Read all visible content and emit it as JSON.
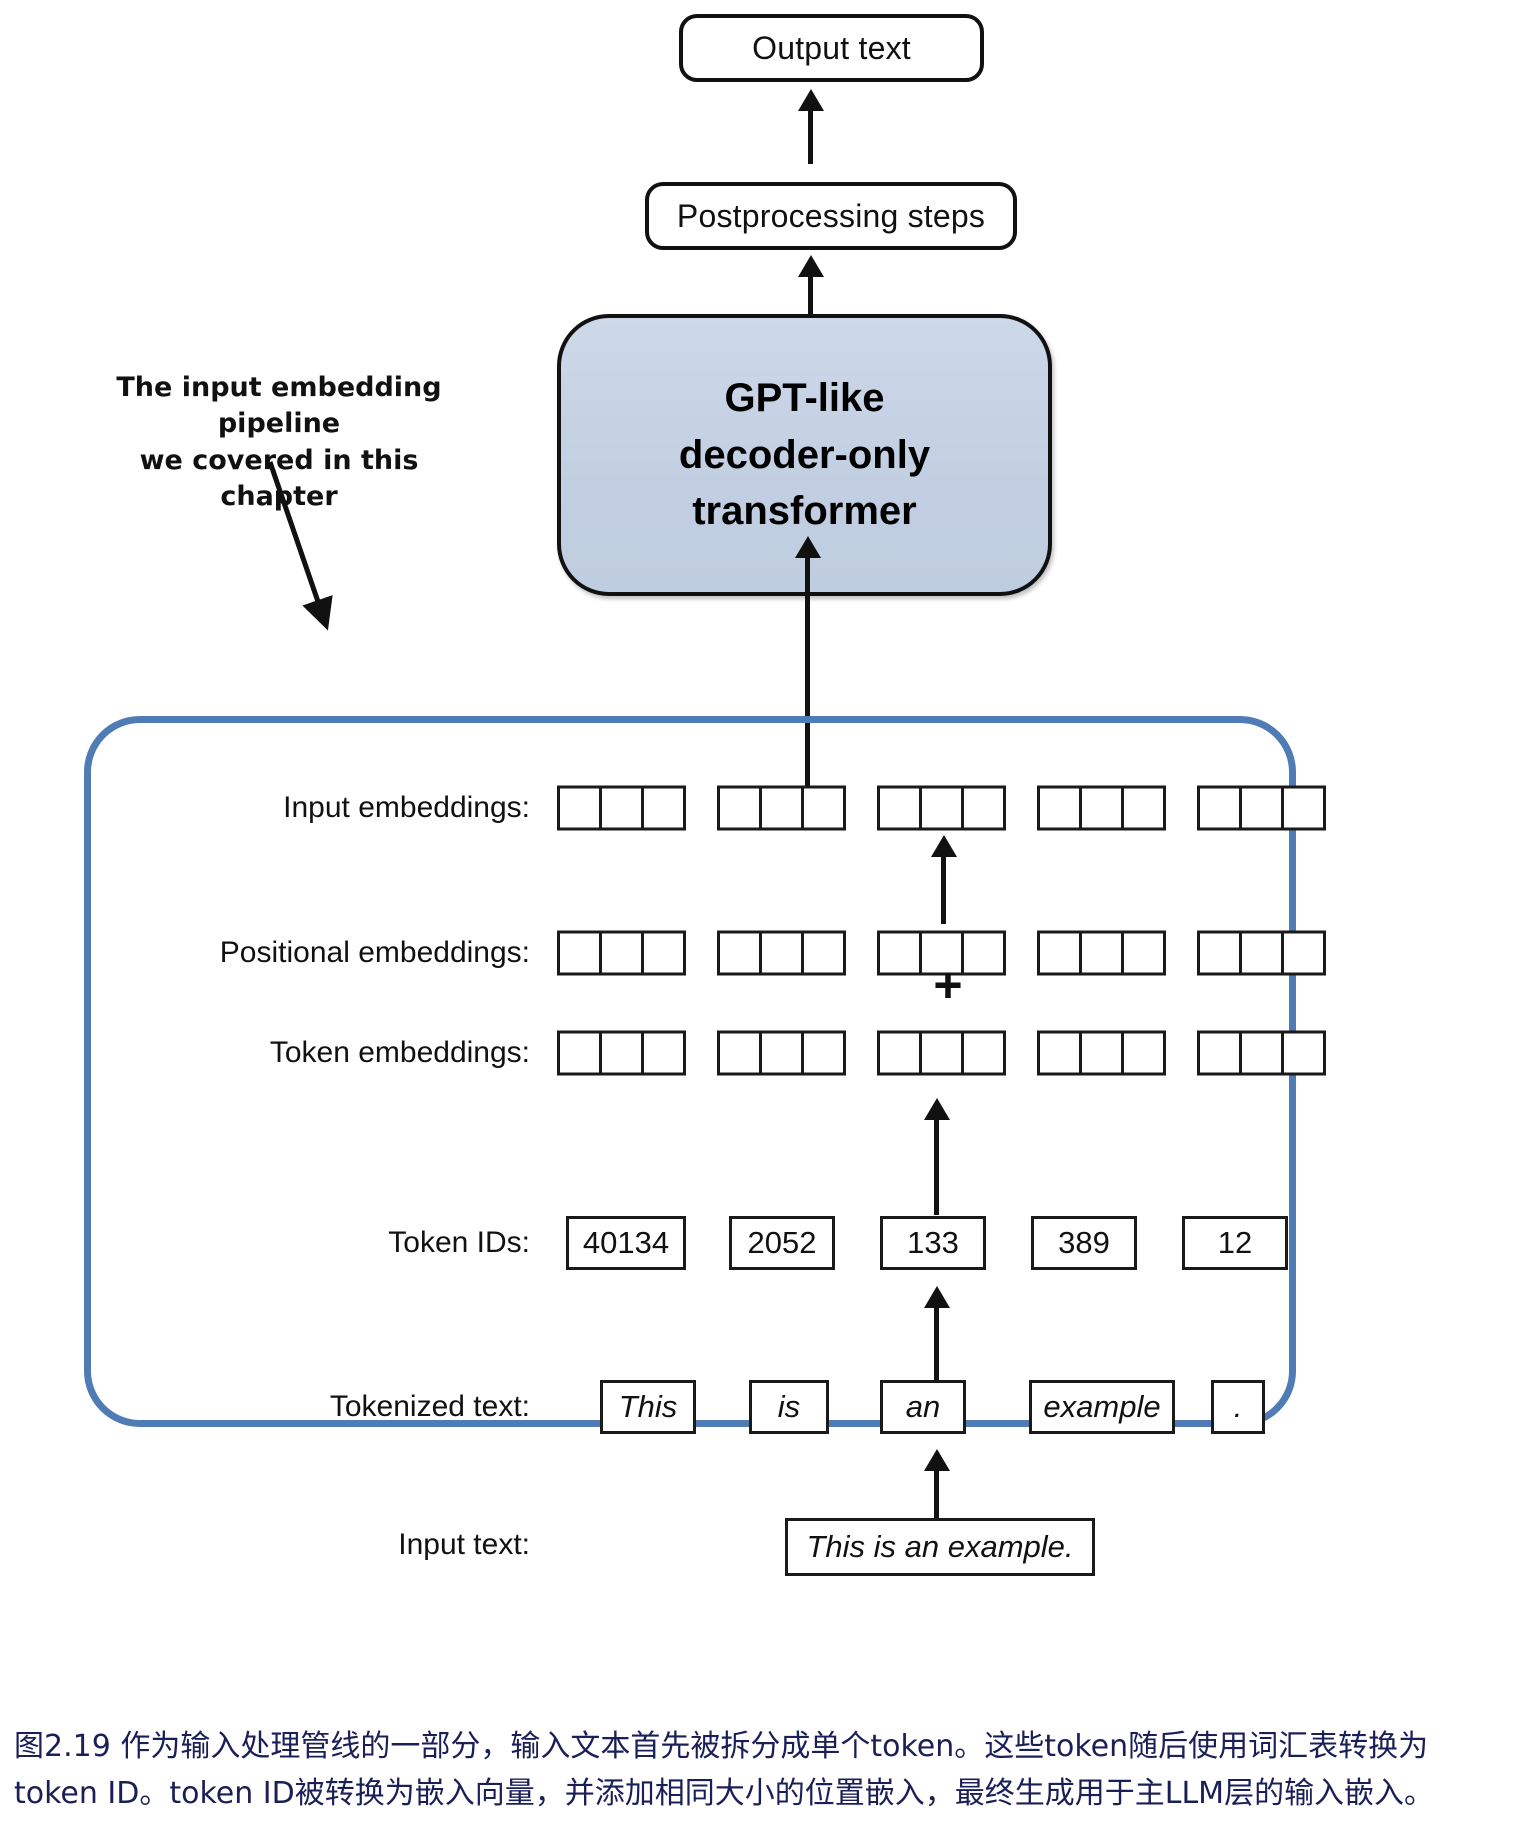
{
  "figure": {
    "output_box": {
      "label": "Output text"
    },
    "postprocessing_box": {
      "label": "Postprocessing steps"
    },
    "model_box": {
      "line1": "GPT-like",
      "line2": "decoder-only",
      "line3": "transformer"
    },
    "annotation": {
      "line1": "The input embedding pipeline",
      "line2": "we covered in this chapter"
    },
    "plus_symbol": "+",
    "rows": [
      {
        "label": "Input embeddings:",
        "kind": "cells",
        "groups": 5,
        "cells_per_group": 3
      },
      {
        "label": "Positional embeddings:",
        "kind": "cells",
        "groups": 5,
        "cells_per_group": 3
      },
      {
        "label": "Token embeddings:",
        "kind": "cells",
        "groups": 5,
        "cells_per_group": 3
      },
      {
        "label": "Token IDs:",
        "kind": "values",
        "values": [
          "40134",
          "2052",
          "133",
          "389",
          "12"
        ]
      },
      {
        "label": "Tokenized text:",
        "kind": "values",
        "values": [
          "This",
          "is",
          "an",
          "example",
          "."
        ]
      },
      {
        "label": "Input text:",
        "kind": "values",
        "values": [
          "This is an example."
        ]
      }
    ],
    "colors": {
      "container_border": "#4f7cb4",
      "model_fill": "#c5d2e4",
      "stroke": "#111111",
      "caption_text": "#1b1f58"
    }
  },
  "caption": {
    "line1": "图2.19 作为输入处理管线的一部分，输入文本首先被拆分成单个token。这些token随后使用词汇表转换为",
    "line2": "token ID。token ID被转换为嵌入向量，并添加相同大小的位置嵌入，最终生成用于主LLM层的输入嵌入。"
  }
}
